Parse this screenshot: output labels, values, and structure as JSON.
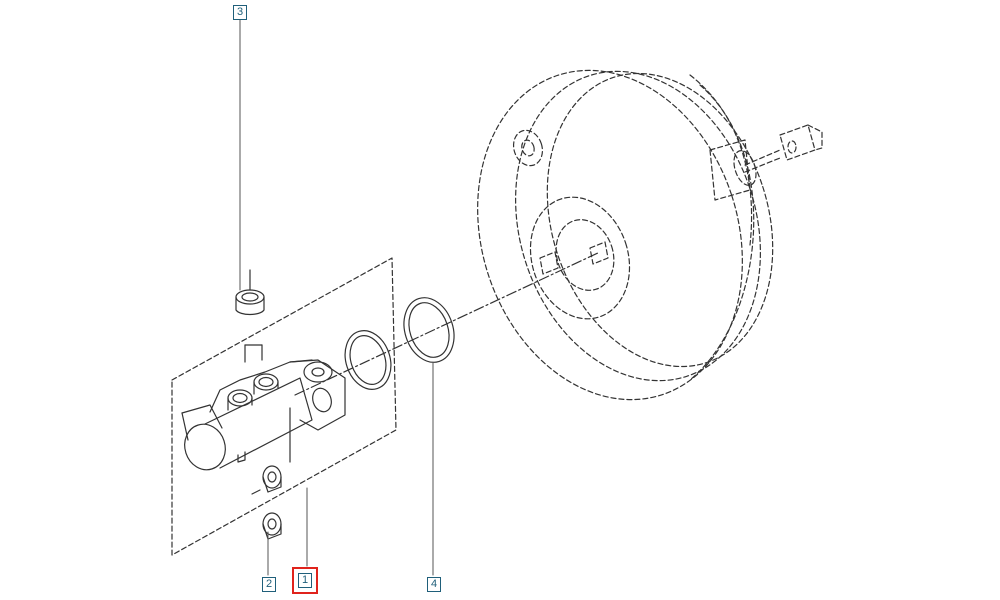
{
  "diagram": {
    "callouts": [
      {
        "id": "3",
        "label": "3",
        "part": "seal-cap"
      },
      {
        "id": "2",
        "label": "2",
        "part": "nut"
      },
      {
        "id": "1",
        "label": "1",
        "part": "master-cylinder",
        "selected": true
      },
      {
        "id": "4",
        "label": "4",
        "part": "o-ring"
      }
    ],
    "colors": {
      "line": "#333333",
      "callout": "#1f5f7a",
      "highlight": "#e0231c"
    }
  }
}
